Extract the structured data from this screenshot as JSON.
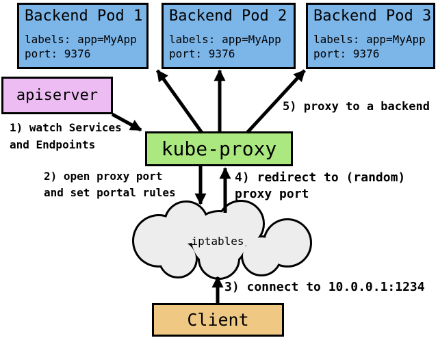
{
  "pods": [
    {
      "title": "Backend Pod 1",
      "labels_line": "labels: app=MyApp",
      "port_line": "port: 9376"
    },
    {
      "title": "Backend Pod 2",
      "labels_line": "labels: app=MyApp",
      "port_line": "port: 9376"
    },
    {
      "title": "Backend Pod 3",
      "labels_line": "labels: app=MyApp",
      "port_line": "port: 9376"
    }
  ],
  "nodes": {
    "apiserver": "apiserver",
    "kube_proxy": "kube-proxy",
    "iptables": "iptables",
    "client": "Client"
  },
  "annotations": {
    "step1_line1": "1) watch Services",
    "step1_line2": "and Endpoints",
    "step2_line1": "2) open proxy port",
    "step2_line2": "and set portal rules",
    "step3": "3) connect to 10.0.0.1:1234",
    "step4_line1": "4) redirect to (random)",
    "step4_line2": "proxy port",
    "step5": "5) proxy to a backend"
  },
  "colors": {
    "pod_fill": "#7CB5E8",
    "apiserver_fill": "#ECBCF2",
    "kube_proxy_fill": "#ABE87F",
    "client_fill": "#EFC884",
    "cloud_fill": "#EDEDED",
    "outline": "#000000"
  }
}
